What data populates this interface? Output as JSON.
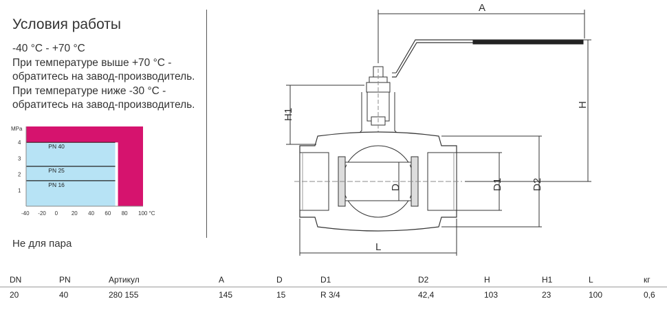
{
  "conditions": {
    "title": "Условия работы",
    "lines": [
      "-40 °C - +70 °C",
      "При температуре выше +70 °C -",
      "обратитесь на завод-производитель.",
      "При температуре ниже -30 °C -",
      "обратитесь на завод-производитель."
    ],
    "not_for_steam": "Не для пара"
  },
  "chart_data": {
    "type": "area",
    "ylabel": "MPa",
    "xlabel": "°C",
    "x_ticks": [
      "-40",
      "-20",
      "0",
      "20",
      "40",
      "60",
      "80",
      "100 °C"
    ],
    "y_ticks": [
      "1",
      "2",
      "3",
      "4"
    ],
    "xlim": [
      -40,
      100
    ],
    "ylim": [
      0,
      5
    ],
    "operating_region": {
      "x_from": -40,
      "x_to": 70
    },
    "bands": [
      {
        "name": "PN 40",
        "pressure": 4
      },
      {
        "name": "PN 25",
        "pressure": 2.5
      },
      {
        "name": "PN 16",
        "pressure": 1.6
      }
    ],
    "colors": {
      "operating": "#b7e3f5",
      "outside": "#d6136e"
    }
  },
  "drawing": {
    "labels": {
      "A": "A",
      "H": "H",
      "H1": "H1",
      "D": "D",
      "D1": "D1",
      "D2": "D2",
      "L": "L"
    }
  },
  "table": {
    "headers": [
      "DN",
      "PN",
      "Артикул",
      "A",
      "D",
      "D1",
      "D2",
      "H",
      "H1",
      "L",
      "кг"
    ],
    "rows": [
      [
        "20",
        "40",
        "280 155",
        "145",
        "15",
        "R 3/4",
        "42,4",
        "103",
        "23",
        "100",
        "0,6"
      ]
    ]
  }
}
